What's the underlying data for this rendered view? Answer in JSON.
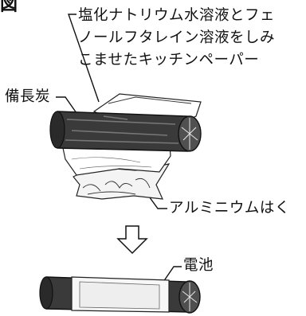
{
  "figure_label": "図",
  "labels": {
    "solution_line1": "塩化ナトリウム水溶液とフェ",
    "solution_line2": "ノールフタレイン溶液をしみ",
    "solution_line3": "こませたキッチンペーパー",
    "charcoal": "備長炭",
    "foil": "アルミニウムはく",
    "battery": "電池"
  },
  "icons": {
    "arrow": "down-arrow-icon"
  }
}
